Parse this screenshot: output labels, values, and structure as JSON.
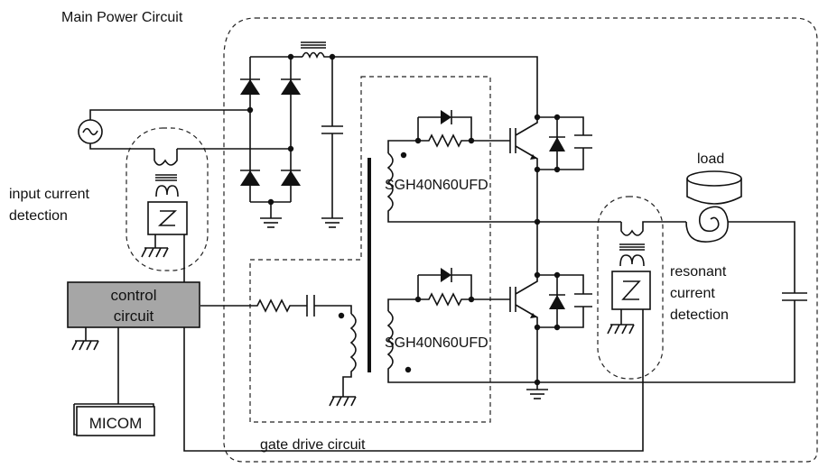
{
  "labels": {
    "main_power_circuit": "Main Power Circuit",
    "input_current_detection_line1": "input current",
    "input_current_detection_line2": "detection",
    "control_circuit_line1": "control",
    "control_circuit_line2": "circuit",
    "micom": "MICOM",
    "gate_drive_circuit": "gate drive circuit",
    "load": "load",
    "resonant_line1": "resonant",
    "resonant_line2": "current",
    "resonant_line3": "detection",
    "igbt_upper": "SGH40N60UFD",
    "igbt_lower": "SGH40N60UFD"
  },
  "colors": {
    "control_box_fill": "#a6a6a6",
    "line": "#111111"
  }
}
